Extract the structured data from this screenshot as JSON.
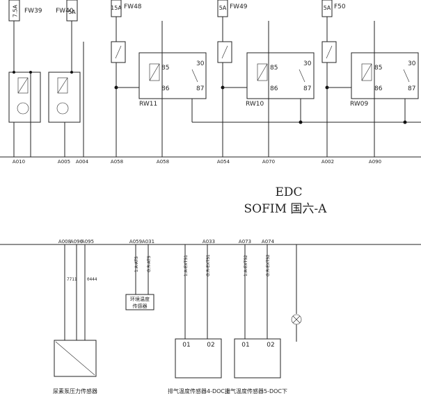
{
  "fuses": [
    {
      "rating": "7.5A",
      "name": "FW39"
    },
    {
      "rating": "5A",
      "name": "FW40"
    },
    {
      "rating": "15A",
      "name": "FW48"
    },
    {
      "rating": "5A",
      "name": "FW49"
    },
    {
      "rating": "5A",
      "name": "F50"
    }
  ],
  "relays": [
    {
      "name": "RW11",
      "pins": [
        "85",
        "86",
        "30",
        "87"
      ]
    },
    {
      "name": "RW10",
      "pins": [
        "85",
        "86",
        "30",
        "87"
      ]
    },
    {
      "name": "RW09",
      "pins": [
        "85",
        "86",
        "30",
        "87"
      ]
    }
  ],
  "top_terminals": [
    "A010",
    "A005",
    "A004",
    "A058",
    "A058",
    "A054",
    "A070",
    "A002",
    "A090"
  ],
  "title": {
    "line1": "EDC",
    "line2": "SOFIM 国六-A"
  },
  "bottom_terminals": {
    "pump": [
      "A008",
      "A096",
      "A095"
    ],
    "ambient": [
      "A059",
      "A031"
    ],
    "exh4": [
      "A033"
    ],
    "exh5": [
      "A073",
      "A074"
    ]
  },
  "signal_labels": {
    "ambient": [
      "1.A-ATS",
      "G.R-ATS"
    ],
    "exh4": [
      "1.A-EXTS1",
      "G.R-EXTS1"
    ],
    "exh5": [
      "1.A-EXTS2",
      "G.R-EXTS2"
    ]
  },
  "components": {
    "ambient_sensor": [
      "环境温度",
      "传感器"
    ],
    "urea_pump_sensor": "尿素泵压力传感器",
    "exh_sensor_4": "排气温度传感器4-DOC上",
    "exh_sensor_5": "排气温度传感器5-DOC下"
  },
  "sensor_pins": [
    "01",
    "02"
  ],
  "wire_codes": {
    "w1": "7711",
    "w2": "0444"
  }
}
